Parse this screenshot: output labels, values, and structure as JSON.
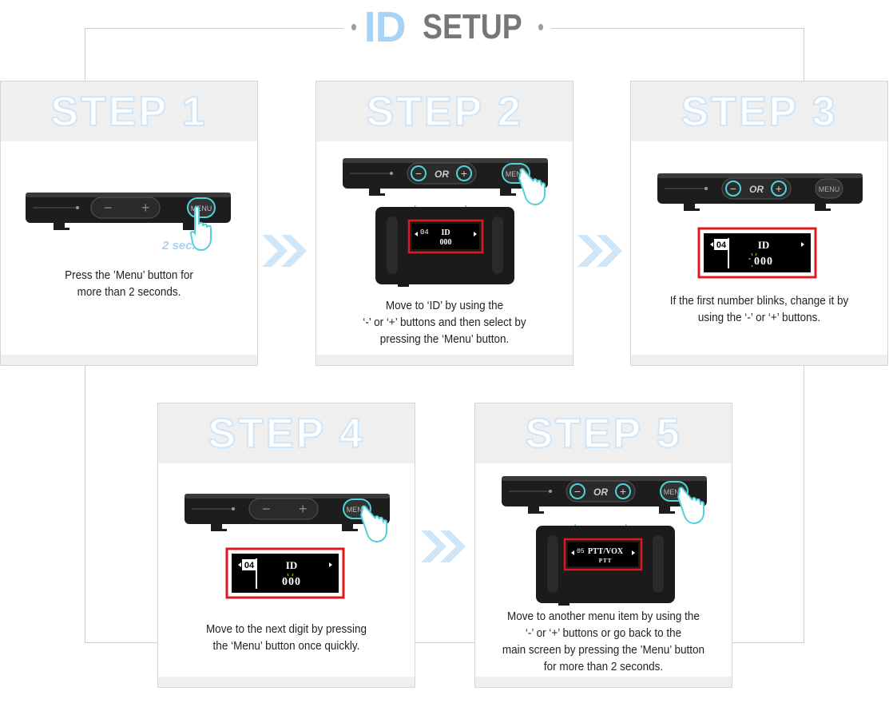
{
  "header": {
    "title_part1": "ID",
    "title_part2": "SETUP"
  },
  "steps": [
    {
      "label": "STEP 1",
      "lines": [
        "Press the ’Menu’ button for",
        "more than 2 seconds."
      ]
    },
    {
      "label": "STEP 2",
      "lines": [
        "Move to ‘ID’ by using the",
        "‘-’ or ‘+’ buttons and then select by",
        "pressing the ‘Menu’ button."
      ]
    },
    {
      "label": "STEP 3",
      "lines": [
        "If the first number blinks, change it by",
        "using the ‘-’ or ‘+’ buttons."
      ]
    },
    {
      "label": "STEP 4",
      "lines": [
        "Move to the next digit by pressing",
        "the ‘Menu’ button once quickly."
      ]
    },
    {
      "label": "STEP 5",
      "lines": [
        "Move to another menu item by using the",
        "‘-’ or ‘+’ buttons or go back to the",
        "main screen by pressing the ’Menu’ button",
        "for more than 2 seconds."
      ]
    }
  ],
  "device": {
    "menu_label": "MENU",
    "or_label": "OR",
    "minus_glyph": "−",
    "plus_glyph": "+"
  },
  "hold_hint": "2 sec.",
  "screens": {
    "id_screen": {
      "index": "04",
      "title": "ID",
      "value": "000"
    },
    "ptt_screen": {
      "index": "05",
      "title": "PTT/VOX",
      "value": "PTT"
    }
  },
  "colors": {
    "accent": "#4fd1d9",
    "highlight_red": "#e0171f",
    "title_blue": "#a9d3f5",
    "chevron": "#cfe6f8"
  }
}
